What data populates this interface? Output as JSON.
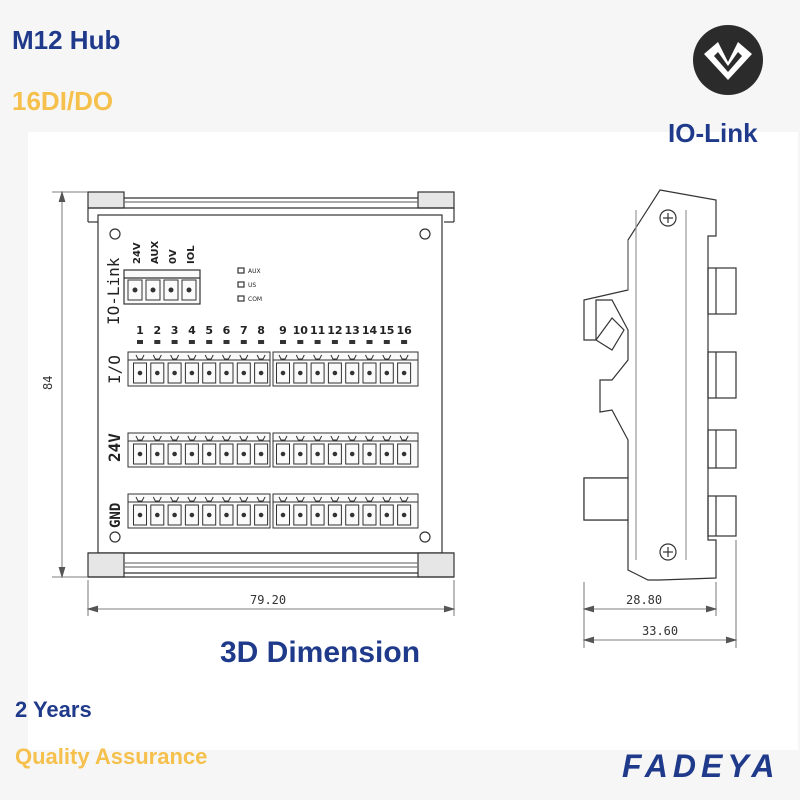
{
  "header": {
    "title": "M12 Hub",
    "subtitle": "16DI/DO",
    "protocol": "IO-Link"
  },
  "diagram": {
    "caption": "3D Dimension",
    "front_view": {
      "height": "84",
      "width": "79.20",
      "iolink_label": "IO-Link",
      "power_terminals": [
        "24V",
        "AUX",
        "0V",
        "IOL"
      ],
      "leds": [
        "AUX",
        "US",
        "COM"
      ],
      "io_label": "I/O",
      "row_24v_label": "24V",
      "row_gnd_label": "GND",
      "channels": [
        "1",
        "2",
        "3",
        "4",
        "5",
        "6",
        "7",
        "8",
        "9",
        "10",
        "11",
        "12",
        "13",
        "14",
        "15",
        "16"
      ]
    },
    "side_view": {
      "inner_width": "28.80",
      "outer_width": "33.60"
    }
  },
  "footer": {
    "warranty": "2 Years",
    "quality": "Quality Assurance",
    "brand": "FADEYA"
  },
  "colors": {
    "primary": "#1f3a8a",
    "accent": "#f5c04b"
  },
  "icons": {
    "logo": "chevron-logo-icon"
  }
}
